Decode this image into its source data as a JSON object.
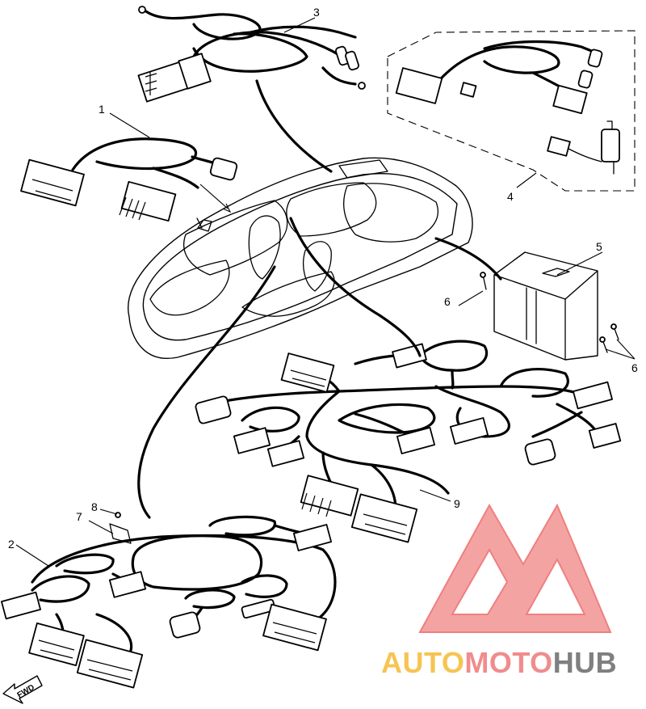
{
  "callouts": {
    "p1": "1",
    "p2": "2",
    "p3": "3",
    "p4": "4",
    "p5": "5",
    "p6a": "6",
    "p6b": "6",
    "p7": "7",
    "p8": "8",
    "p9": "9"
  },
  "fwd_label": "FWD",
  "watermark": {
    "part1": "AUTO",
    "part2": "MOTO",
    "part3": "HUB",
    "color1": "#f6c453",
    "color2": "#f08c8c",
    "color3": "#7f7f7f"
  }
}
